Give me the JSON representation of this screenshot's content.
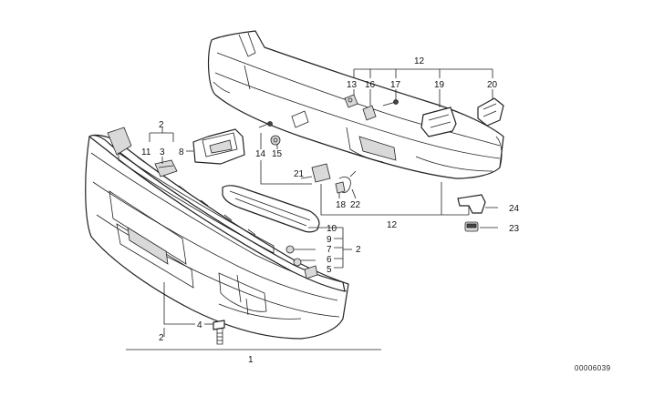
{
  "diagram": {
    "reference_code": "00006039",
    "callouts": [
      "1",
      "2",
      "3",
      "4",
      "5",
      "6",
      "7",
      "8",
      "9",
      "10",
      "11",
      "12",
      "13",
      "14",
      "15",
      "16",
      "17",
      "18",
      "19",
      "20",
      "21",
      "22",
      "23",
      "24"
    ]
  }
}
